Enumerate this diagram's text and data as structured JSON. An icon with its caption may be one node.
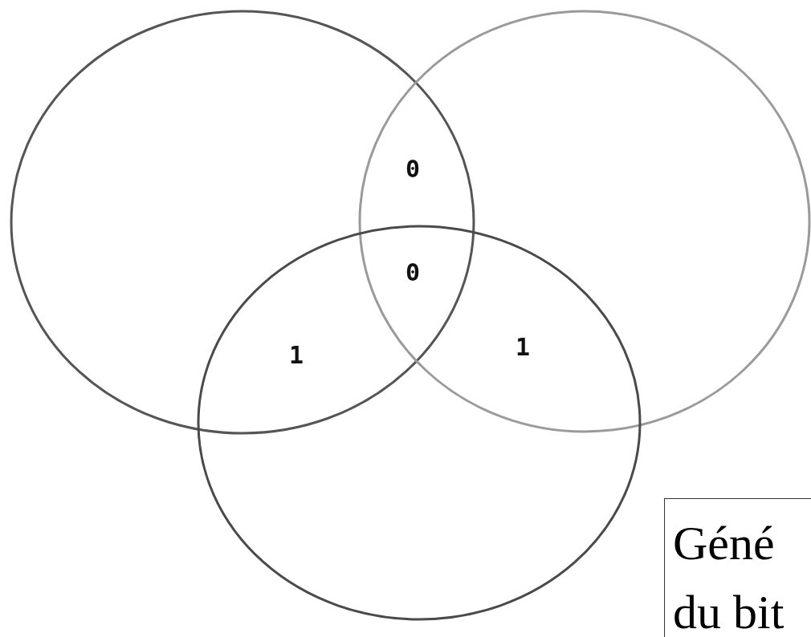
{
  "diagram": {
    "nodes": [
      {
        "text": [],
        "shape": "circle"
      },
      {
        "text": [],
        "shape": "circle"
      },
      {
        "text": [],
        "shape": "circle"
      },
      {
        "text": [
          "Géné du bit"
        ]
      }
    ],
    "labels": [
      "0",
      "0",
      "1",
      "1"
    ]
  }
}
